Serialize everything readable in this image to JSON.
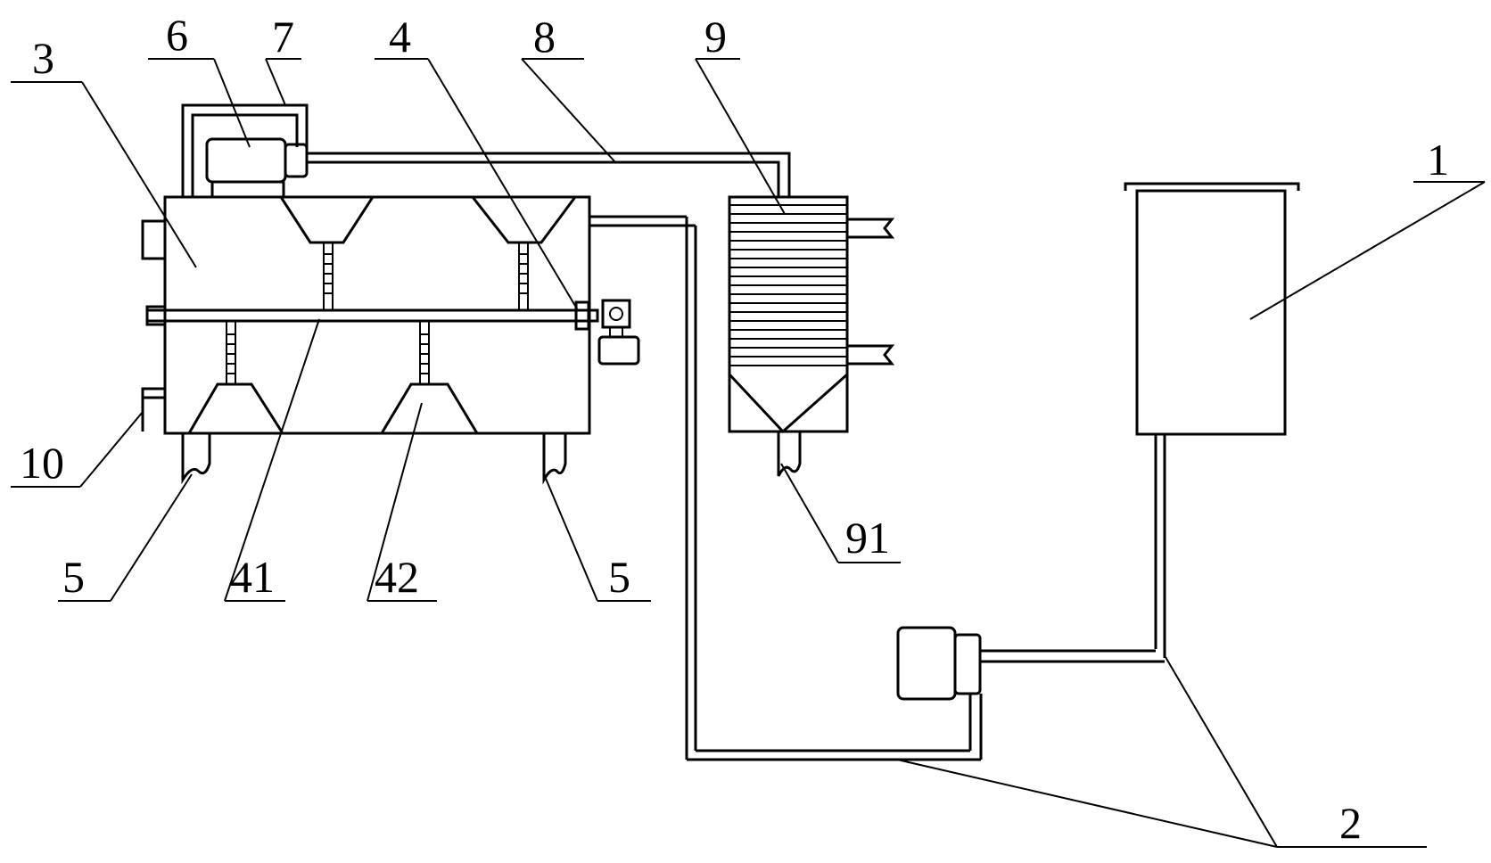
{
  "labels": {
    "l1": "1",
    "l2": "2",
    "l3": "3",
    "l4": "4",
    "l41": "41",
    "l42": "42",
    "l5a": "5",
    "l5b": "5",
    "l6": "6",
    "l7": "7",
    "l8": "8",
    "l9": "9",
    "l91": "91",
    "l10": "10"
  }
}
